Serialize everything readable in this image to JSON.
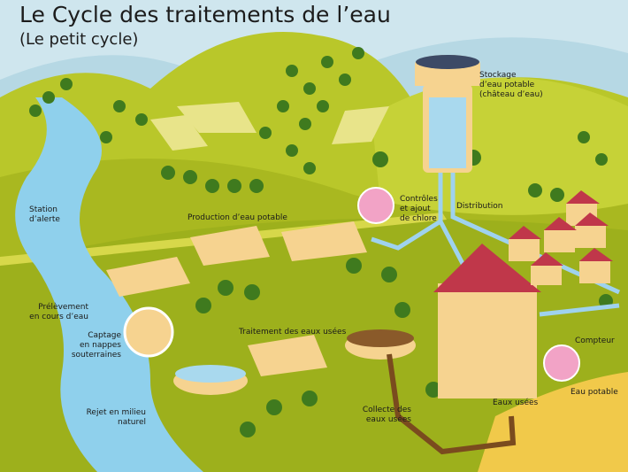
{
  "title": "Le Cycle des traitements de l’eau",
  "subtitle": "(Le petit cycle)",
  "labels": {
    "station_alerte": "Station\nd’alerte",
    "production": "Production d’eau potable",
    "prelevement": "Prélèvement\nen cours d’eau",
    "captage": "Captage\nen nappes\nsouterraines",
    "rejet": "Rejet en milieu\nnaturel",
    "traitement": "Traitement des eaux usées",
    "collecte": "Collecte des\neaux usées",
    "controles": "Contrôles\net ajout\nde chlore",
    "distribution": "Distribution",
    "stockage": "Stockage\nd’eau potable\n(château d’eau)",
    "compteur": "Compteur",
    "eau_potable": "Eau potable",
    "eaux_usees": "Eaux usées"
  },
  "colors": {
    "river": "#8fd0ec",
    "grass": "#a8b820",
    "hill": "#c8d23a",
    "tree": "#3f7a1e",
    "building": "#f6d390",
    "roof": "#c0374a",
    "pipe": "#a0a8ae"
  }
}
